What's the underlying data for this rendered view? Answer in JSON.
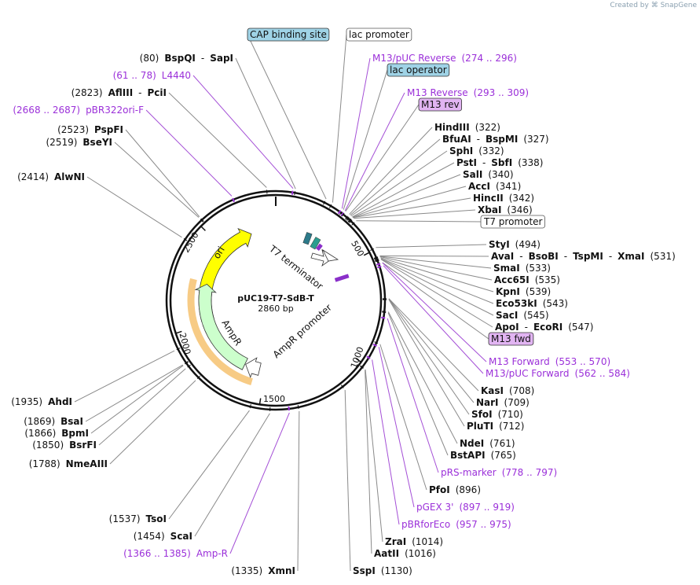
{
  "brand": {
    "created_by": "Created by",
    "app": "SnapGene"
  },
  "plasmid": {
    "name": "pUC19-T7-SdB-T",
    "size_label": "2860 bp",
    "length": 2860
  },
  "ring_ticks": [
    {
      "bp": 500,
      "label": "500"
    },
    {
      "bp": 1000,
      "label": "1000"
    },
    {
      "bp": 1500,
      "label": "1500"
    },
    {
      "bp": 2000,
      "label": "2000"
    },
    {
      "bp": 2500,
      "label": "2500"
    }
  ],
  "features": [
    {
      "name": "ori",
      "label": "ori",
      "type": "ori",
      "color": "#ffff00"
    },
    {
      "name": "AmpR",
      "label": "AmpR",
      "type": "cds",
      "color": "#ccffcc"
    },
    {
      "name": "AmpR promoter",
      "label": "AmpR promoter",
      "type": "promoter",
      "color": "#ffffff"
    },
    {
      "name": "T7 terminator",
      "label": "T7 terminator",
      "type": "terminator",
      "color": "#ffffff"
    }
  ],
  "labels": [
    {
      "id": "cap",
      "kind": "box-blue",
      "parts": [
        {
          "t": "CAP binding site",
          "c": "flabel"
        }
      ],
      "bp": 210
    },
    {
      "id": "lacp",
      "kind": "box-white",
      "parts": [
        {
          "t": "lac promoter",
          "c": "flabel"
        }
      ],
      "bp": 240
    },
    {
      "id": "m13puc-rev",
      "kind": "feat",
      "parts": [
        {
          "t": "M13/pUC Reverse",
          "c": "feat"
        },
        {
          "t": "(274 .. 296)",
          "c": "feat"
        }
      ],
      "bp": 285
    },
    {
      "id": "lacop",
      "kind": "box-blue",
      "parts": [
        {
          "t": "lac operator",
          "c": "flabel"
        }
      ],
      "bp": 292
    },
    {
      "id": "m13rev-p",
      "kind": "feat",
      "parts": [
        {
          "t": "M13 Reverse",
          "c": "feat"
        },
        {
          "t": "(293 .. 309)",
          "c": "feat"
        }
      ],
      "bp": 300
    },
    {
      "id": "m13rev",
      "kind": "box-purple",
      "parts": [
        {
          "t": "M13 rev",
          "c": "flabel"
        }
      ],
      "bp": 303
    },
    {
      "id": "hindiii",
      "kind": "enz",
      "parts": [
        {
          "t": "HindIII",
          "c": "enz"
        },
        {
          "t": "(322)",
          "c": "pos"
        }
      ],
      "bp": 322
    },
    {
      "id": "bfuai",
      "kind": "enz",
      "parts": [
        {
          "t": "BfuAI",
          "c": "enz"
        },
        {
          "t": "-",
          "c": "pos"
        },
        {
          "t": "BspMI",
          "c": "enz"
        },
        {
          "t": "(327)",
          "c": "pos"
        }
      ],
      "bp": 327
    },
    {
      "id": "sphi",
      "kind": "enz",
      "parts": [
        {
          "t": "SphI",
          "c": "enz"
        },
        {
          "t": "(332)",
          "c": "pos"
        }
      ],
      "bp": 332
    },
    {
      "id": "psti",
      "kind": "enz",
      "parts": [
        {
          "t": "PstI",
          "c": "enz"
        },
        {
          "t": "-",
          "c": "pos"
        },
        {
          "t": "SbfI",
          "c": "enz"
        },
        {
          "t": "(338)",
          "c": "pos"
        }
      ],
      "bp": 338
    },
    {
      "id": "sali",
      "kind": "enz",
      "parts": [
        {
          "t": "SalI",
          "c": "enz"
        },
        {
          "t": "(340)",
          "c": "pos"
        }
      ],
      "bp": 340
    },
    {
      "id": "acci",
      "kind": "enz",
      "parts": [
        {
          "t": "AccI",
          "c": "enz"
        },
        {
          "t": "(341)",
          "c": "pos"
        }
      ],
      "bp": 341
    },
    {
      "id": "hincii",
      "kind": "enz",
      "parts": [
        {
          "t": "HincII",
          "c": "enz"
        },
        {
          "t": "(342)",
          "c": "pos"
        }
      ],
      "bp": 342
    },
    {
      "id": "xbai",
      "kind": "enz",
      "parts": [
        {
          "t": "XbaI",
          "c": "enz"
        },
        {
          "t": "(346)",
          "c": "pos"
        }
      ],
      "bp": 346
    },
    {
      "id": "t7p",
      "kind": "box-white",
      "parts": [
        {
          "t": "T7 promoter",
          "c": "flabel"
        }
      ],
      "bp": 360
    },
    {
      "id": "styi",
      "kind": "enz",
      "parts": [
        {
          "t": "StyI",
          "c": "enz"
        },
        {
          "t": "(494)",
          "c": "pos"
        }
      ],
      "bp": 494
    },
    {
      "id": "avai",
      "kind": "enz",
      "parts": [
        {
          "t": "AvaI",
          "c": "enz"
        },
        {
          "t": "-",
          "c": "pos"
        },
        {
          "t": "BsoBI",
          "c": "enz"
        },
        {
          "t": "-",
          "c": "pos"
        },
        {
          "t": "TspMI",
          "c": "enz"
        },
        {
          "t": "-",
          "c": "pos"
        },
        {
          "t": "XmaI",
          "c": "enz"
        },
        {
          "t": "(531)",
          "c": "pos"
        }
      ],
      "bp": 531
    },
    {
      "id": "smai",
      "kind": "enz",
      "parts": [
        {
          "t": "SmaI",
          "c": "enz"
        },
        {
          "t": "(533)",
          "c": "pos"
        }
      ],
      "bp": 533
    },
    {
      "id": "acc65i",
      "kind": "enz",
      "parts": [
        {
          "t": "Acc65I",
          "c": "enz"
        },
        {
          "t": "(535)",
          "c": "pos"
        }
      ],
      "bp": 535
    },
    {
      "id": "kpni",
      "kind": "enz",
      "parts": [
        {
          "t": "KpnI",
          "c": "enz"
        },
        {
          "t": "(539)",
          "c": "pos"
        }
      ],
      "bp": 539
    },
    {
      "id": "eco53ki",
      "kind": "enz",
      "parts": [
        {
          "t": "Eco53kI",
          "c": "enz"
        },
        {
          "t": "(543)",
          "c": "pos"
        }
      ],
      "bp": 543
    },
    {
      "id": "saci",
      "kind": "enz",
      "parts": [
        {
          "t": "SacI",
          "c": "enz"
        },
        {
          "t": "(545)",
          "c": "pos"
        }
      ],
      "bp": 545
    },
    {
      "id": "apoi",
      "kind": "enz",
      "parts": [
        {
          "t": "ApoI",
          "c": "enz"
        },
        {
          "t": "-",
          "c": "pos"
        },
        {
          "t": "EcoRI",
          "c": "enz"
        },
        {
          "t": "(547)",
          "c": "pos"
        }
      ],
      "bp": 547
    },
    {
      "id": "m13fwd",
      "kind": "box-purple",
      "parts": [
        {
          "t": "M13 fwd",
          "c": "flabel"
        }
      ],
      "bp": 560
    },
    {
      "id": "m13forward",
      "kind": "feat",
      "parts": [
        {
          "t": "M13 Forward",
          "c": "feat"
        },
        {
          "t": "(553 .. 570)",
          "c": "feat"
        }
      ],
      "bp": 561
    },
    {
      "id": "m13puc-fwd",
      "kind": "feat",
      "parts": [
        {
          "t": "M13/pUC Forward",
          "c": "feat"
        },
        {
          "t": "(562 .. 584)",
          "c": "feat"
        }
      ],
      "bp": 573
    },
    {
      "id": "kasi",
      "kind": "enz",
      "parts": [
        {
          "t": "KasI",
          "c": "enz"
        },
        {
          "t": "(708)",
          "c": "pos"
        }
      ],
      "bp": 708
    },
    {
      "id": "nari",
      "kind": "enz",
      "parts": [
        {
          "t": "NarI",
          "c": "enz"
        },
        {
          "t": "(709)",
          "c": "pos"
        }
      ],
      "bp": 709
    },
    {
      "id": "sfoi",
      "kind": "enz",
      "parts": [
        {
          "t": "SfoI",
          "c": "enz"
        },
        {
          "t": "(710)",
          "c": "pos"
        }
      ],
      "bp": 710
    },
    {
      "id": "pluti",
      "kind": "enz",
      "parts": [
        {
          "t": "PluTI",
          "c": "enz"
        },
        {
          "t": "(712)",
          "c": "pos"
        }
      ],
      "bp": 712
    },
    {
      "id": "ndei",
      "kind": "enz",
      "parts": [
        {
          "t": "NdeI",
          "c": "enz"
        },
        {
          "t": "(761)",
          "c": "pos"
        }
      ],
      "bp": 761
    },
    {
      "id": "bstapi",
      "kind": "enz",
      "parts": [
        {
          "t": "BstAPI",
          "c": "enz"
        },
        {
          "t": "(765)",
          "c": "pos"
        }
      ],
      "bp": 765
    },
    {
      "id": "prs",
      "kind": "feat",
      "parts": [
        {
          "t": "pRS-marker",
          "c": "feat"
        },
        {
          "t": "(778 .. 797)",
          "c": "feat"
        }
      ],
      "bp": 788
    },
    {
      "id": "pfoi",
      "kind": "enz",
      "parts": [
        {
          "t": "PfoI",
          "c": "enz"
        },
        {
          "t": "(896)",
          "c": "pos"
        }
      ],
      "bp": 896
    },
    {
      "id": "pgex",
      "kind": "feat",
      "parts": [
        {
          "t": "pGEX 3'",
          "c": "feat"
        },
        {
          "t": "(897 .. 919)",
          "c": "feat"
        }
      ],
      "bp": 908
    },
    {
      "id": "pbrforeco",
      "kind": "feat",
      "parts": [
        {
          "t": "pBRforEco",
          "c": "feat"
        },
        {
          "t": "(957 .. 975)",
          "c": "feat"
        }
      ],
      "bp": 966
    },
    {
      "id": "zrai",
      "kind": "enz",
      "parts": [
        {
          "t": "ZraI",
          "c": "enz"
        },
        {
          "t": "(1014)",
          "c": "pos"
        }
      ],
      "bp": 1014
    },
    {
      "id": "aatii",
      "kind": "enz",
      "parts": [
        {
          "t": "AatII",
          "c": "enz"
        },
        {
          "t": "(1016)",
          "c": "pos"
        }
      ],
      "bp": 1016
    },
    {
      "id": "sspi",
      "kind": "enz",
      "parts": [
        {
          "t": "SspI",
          "c": "enz"
        },
        {
          "t": "(1130)",
          "c": "pos"
        }
      ],
      "bp": 1130
    },
    {
      "id": "xmni",
      "kind": "enz",
      "parts": [
        {
          "t": "(1335)",
          "c": "pos"
        },
        {
          "t": "XmnI",
          "c": "enz"
        }
      ],
      "bp": 1335
    },
    {
      "id": "ampr-p",
      "kind": "feat",
      "parts": [
        {
          "t": "(1366 .. 1385)",
          "c": "feat"
        },
        {
          "t": "Amp-R",
          "c": "feat"
        }
      ],
      "bp": 1375
    },
    {
      "id": "scai",
      "kind": "enz",
      "parts": [
        {
          "t": "(1454)",
          "c": "pos"
        },
        {
          "t": "ScaI",
          "c": "enz"
        }
      ],
      "bp": 1454
    },
    {
      "id": "tsoi",
      "kind": "enz",
      "parts": [
        {
          "t": "(1537)",
          "c": "pos"
        },
        {
          "t": "TsoI",
          "c": "enz"
        }
      ],
      "bp": 1537
    },
    {
      "id": "nmeaiii",
      "kind": "enz",
      "parts": [
        {
          "t": "(1788)",
          "c": "pos"
        },
        {
          "t": "NmeAIII",
          "c": "enz"
        }
      ],
      "bp": 1788
    },
    {
      "id": "bsrfi",
      "kind": "enz",
      "parts": [
        {
          "t": "(1850)",
          "c": "pos"
        },
        {
          "t": "BsrFI",
          "c": "enz"
        }
      ],
      "bp": 1850
    },
    {
      "id": "bpmi",
      "kind": "enz",
      "parts": [
        {
          "t": "(1866)",
          "c": "pos"
        },
        {
          "t": "BpmI",
          "c": "enz"
        }
      ],
      "bp": 1866
    },
    {
      "id": "bsai",
      "kind": "enz",
      "parts": [
        {
          "t": "(1869)",
          "c": "pos"
        },
        {
          "t": "BsaI",
          "c": "enz"
        }
      ],
      "bp": 1869
    },
    {
      "id": "ahdi",
      "kind": "enz",
      "parts": [
        {
          "t": "(1935)",
          "c": "pos"
        },
        {
          "t": "AhdI",
          "c": "enz"
        }
      ],
      "bp": 1935
    },
    {
      "id": "alwni",
      "kind": "enz",
      "parts": [
        {
          "t": "(2414)",
          "c": "pos"
        },
        {
          "t": "AlwNI",
          "c": "enz"
        }
      ],
      "bp": 2414
    },
    {
      "id": "bseyi",
      "kind": "enz",
      "parts": [
        {
          "t": "(2519)",
          "c": "pos"
        },
        {
          "t": "BseYI",
          "c": "enz"
        }
      ],
      "bp": 2519
    },
    {
      "id": "pspfi",
      "kind": "enz",
      "parts": [
        {
          "t": "(2523)",
          "c": "pos"
        },
        {
          "t": "PspFI",
          "c": "enz"
        }
      ],
      "bp": 2523
    },
    {
      "id": "pbr322ori",
      "kind": "feat",
      "parts": [
        {
          "t": "(2668 .. 2687)",
          "c": "feat"
        },
        {
          "t": "pBR322ori-F",
          "c": "feat"
        }
      ],
      "bp": 2678
    },
    {
      "id": "afliii",
      "kind": "enz",
      "parts": [
        {
          "t": "(2823)",
          "c": "pos"
        },
        {
          "t": "AflIII",
          "c": "enz"
        },
        {
          "t": "-",
          "c": "pos"
        },
        {
          "t": "PciI",
          "c": "enz"
        }
      ],
      "bp": 2823
    },
    {
      "id": "l4440",
      "kind": "feat",
      "parts": [
        {
          "t": "(61 .. 78)",
          "c": "feat"
        },
        {
          "t": "L4440",
          "c": "feat"
        }
      ],
      "bp": 70
    },
    {
      "id": "bspqi",
      "kind": "enz",
      "parts": [
        {
          "t": "(80)",
          "c": "pos"
        },
        {
          "t": "BspQI",
          "c": "enz"
        },
        {
          "t": "-",
          "c": "pos"
        },
        {
          "t": "SapI",
          "c": "enz"
        }
      ],
      "bp": 80
    }
  ]
}
